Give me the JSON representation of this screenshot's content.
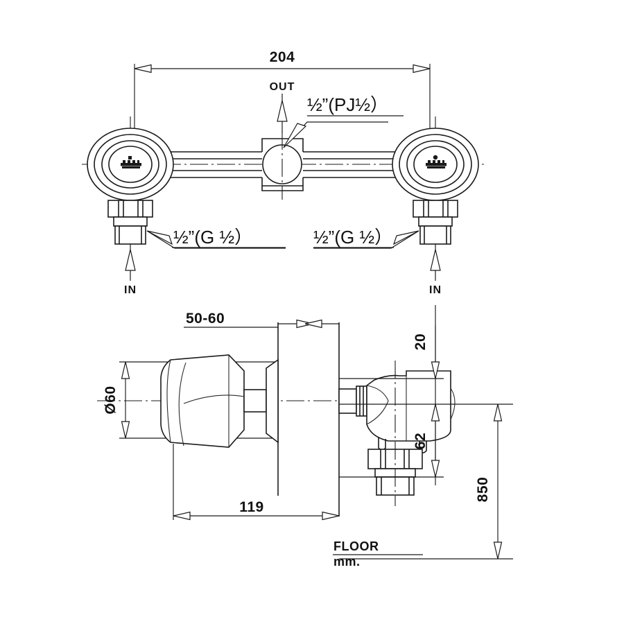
{
  "drawing": {
    "title": "Wall-mounted two-handle valve assembly",
    "units_note": "mm.",
    "background_color": "#ffffff",
    "line_color": "#1a1a1a"
  },
  "top_view": {
    "dimensions": {
      "overall_width": "204"
    },
    "labels": {
      "outlet_flow": "OUT",
      "inlet_flow_left": "IN",
      "inlet_flow_right": "IN",
      "outlet_thread": "½”(PJ½）",
      "inlet_thread_left": "½”(G ½）",
      "inlet_thread_right": "½”(G ½）"
    }
  },
  "side_view": {
    "dimensions": {
      "wall_thickness_range": "50-60",
      "handle_diameter": "Ø60",
      "projection": "119",
      "top_offset": "20",
      "outlet_drop": "62",
      "floor_height": "850"
    },
    "labels": {
      "floor_line": "FLOOR",
      "units": "mm."
    }
  },
  "icon_names": {
    "arrow_out": "arrow-up-out-icon",
    "arrow_in": "arrow-up-in-icon",
    "dimension_arrow": "dimension-arrowhead-icon",
    "leader_arrow": "leader-arrowhead-icon",
    "centerline": "centerline-icon",
    "handwheel": "handwheel-icon",
    "brand_mark": "brand-mark-icon"
  }
}
